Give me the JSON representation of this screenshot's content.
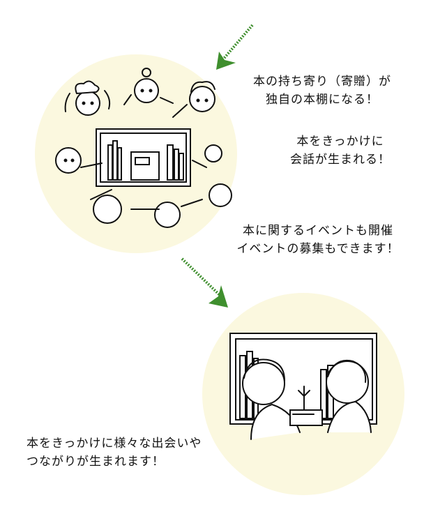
{
  "captions": {
    "step1_line1": "本の持ち寄り（寄贈）が",
    "step1_line2": "独自の本棚になる！",
    "step2_line1": "本をきっかけに",
    "step2_line2": "会話が生まれる！",
    "step3_line1": "本に関するイベントも開催",
    "step3_line2": "イベントの募集もできます！",
    "step4_line1": "本をきっかけに様々な出会いや",
    "step4_line2": "つながりが生まれます！"
  },
  "colors": {
    "circle_fill": "#fbf8df",
    "arrow_green": "#3f8f2e",
    "ink": "#111111"
  }
}
